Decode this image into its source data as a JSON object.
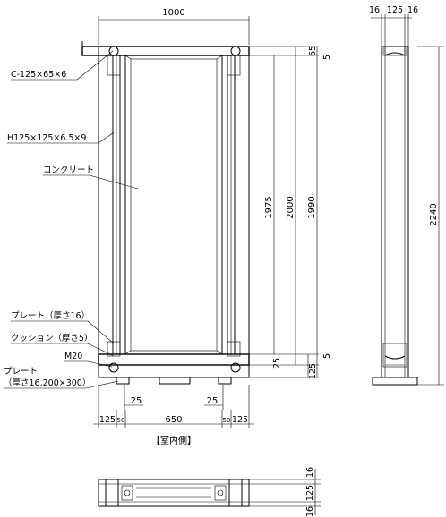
{
  "colors": {
    "line": "#000000",
    "background": "#ffffff"
  },
  "front": {
    "dim_top": "1000",
    "dims_right": [
      "65",
      "5",
      "1975",
      "2000",
      "1990",
      "25",
      "5",
      "125"
    ],
    "dims_bottom": [
      "125",
      "50",
      "650",
      "50",
      "125"
    ],
    "dim_25_left": "25",
    "dim_25_right": "25",
    "caption": "【室内側】"
  },
  "labels": {
    "channel": "C-125×65×6",
    "hbeam": "H125×125×6.5×9",
    "concrete": "コンクリート",
    "plate16": "プレート（厚さ16）",
    "cushion": "クッション（厚さ5）",
    "bolt": "M20",
    "baseplate_1": "プレート",
    "baseplate_2": "（厚さ16,200×300）"
  },
  "side": {
    "dims_top": [
      "16",
      "125",
      "16"
    ],
    "dim_height": "2240"
  },
  "plan": {
    "dims_right": [
      "16",
      "125",
      "16"
    ]
  }
}
